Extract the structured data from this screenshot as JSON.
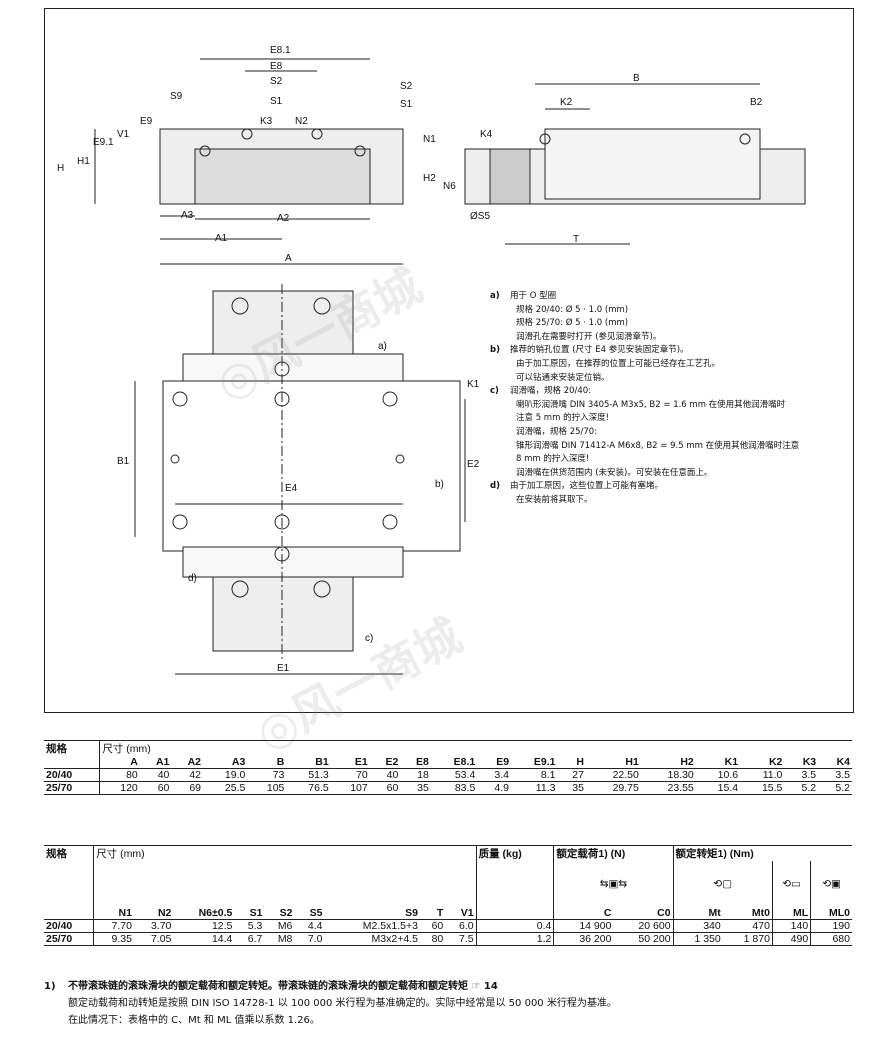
{
  "notes": {
    "a_key": "a)",
    "a_l1": "用于 O 型圈",
    "a_l2": "规格 20/40:  Ø 5 · 1.0 (mm)",
    "a_l3": "规格 25/70:  Ø 5 · 1.0 (mm)",
    "a_l4": "润滑孔在需要时打开 (参见润滑章节)。",
    "b_key": "b)",
    "b_l1": "推荐的销孔位置 (尺寸 E4 参见安装固定章节)。",
    "b_l2": "由于加工原因，在推荐的位置上可能已经存在工艺孔。",
    "b_l3": "可以钻通来安装定位销。",
    "c_key": "c)",
    "c_l1": "润滑嘴，规格 20/40:",
    "c_l2": "喇叭形润滑嘴 DIN 3405-A M3x5,  B2 = 1.6 mm 在使用其他润滑嘴时",
    "c_l3": "注意 5 mm 的拧入深度!",
    "c_l4": "润滑嘴，规格 25/70:",
    "c_l5": "锥形润滑嘴 DIN 71412-A M6x8,  B2 = 9.5 mm 在使用其他润滑嘴时注意",
    "c_l6": "8 mm 的拧入深度!",
    "c_l7": "润滑嘴在供货范围内 (未安装)。可安装在任意面上。",
    "d_key": "d)",
    "d_l1": "由于加工原因，这些位置上可能有塞堵。",
    "d_l2": "在安装前将其取下。"
  },
  "drawing_labels": {
    "E81": "E8.1",
    "E8": "E8",
    "S2": "S2",
    "S1": "S1",
    "S9": "S9",
    "K3": "K3",
    "N2": "N2",
    "E9": "E9",
    "E91": "E9.1",
    "V1": "V1",
    "N1": "N1",
    "H": "H",
    "H1": "H1",
    "A3": "A3",
    "A2": "A2",
    "A1": "A1",
    "A": "A",
    "B": "B",
    "K2": "K2",
    "B2": "B2",
    "K4": "K4",
    "H2": "H2",
    "N6": "N6",
    "S5": "ØS5",
    "T": "T",
    "K1": "K1",
    "B1": "B1",
    "E2": "E2",
    "E4": "E4",
    "E1": "E1",
    "la": "a)",
    "lb": "b)",
    "lc": "c)",
    "ld": "d)"
  },
  "table1": {
    "h_size": "规格",
    "h_dim": "尺寸 (mm)",
    "cols": [
      "A",
      "A1",
      "A2",
      "A3",
      "B",
      "B1",
      "E1",
      "E2",
      "E8",
      "E8.1",
      "E9",
      "E9.1",
      "H",
      "H1",
      "H2",
      "K1",
      "K2",
      "K3",
      "K4"
    ],
    "rows": [
      {
        "size": "20/40",
        "vals": [
          "80",
          "40",
          "42",
          "19.0",
          "73",
          "51.3",
          "70",
          "40",
          "18",
          "53.4",
          "3.4",
          "8.1",
          "27",
          "22.50",
          "18.30",
          "10.6",
          "11.0",
          "3.5",
          "3.5"
        ]
      },
      {
        "size": "25/70",
        "vals": [
          "120",
          "60",
          "69",
          "25.5",
          "105",
          "76.5",
          "107",
          "60",
          "35",
          "83.5",
          "4.9",
          "11.3",
          "35",
          "29.75",
          "23.55",
          "15.4",
          "15.5",
          "5.2",
          "5.2"
        ]
      }
    ]
  },
  "table2": {
    "h_size": "规格",
    "h_dim": "尺寸 (mm)",
    "h_mass": "质量 (kg)",
    "h_load": "额定载荷1) (N)",
    "h_torque": "额定转矩1) (Nm)",
    "cols": [
      "N1",
      "N2",
      "N6±0.5",
      "S1",
      "S2",
      "S5",
      "S9",
      "T",
      "V1",
      "",
      "C",
      "C0",
      "Mt",
      "Mt0",
      "ML",
      "ML0"
    ],
    "rows": [
      {
        "size": "20/40",
        "vals": [
          "7.70",
          "3.70",
          "12.5",
          "5.3",
          "M6",
          "4.4",
          "M2.5x1.5+3",
          "60",
          "6.0",
          "0.4",
          "14 900",
          "20 600",
          "340",
          "470",
          "140",
          "190"
        ]
      },
      {
        "size": "25/70",
        "vals": [
          "9.35",
          "7.05",
          "14.4",
          "6.7",
          "M8",
          "7.0",
          "M3x2+4.5",
          "80",
          "7.5",
          "1.2",
          "36 200",
          "50 200",
          "1 350",
          "1 870",
          "490",
          "680"
        ]
      }
    ]
  },
  "footnote": {
    "key": "1)",
    "l1": "不带滚珠链的滚珠滑块的额定载荷和额定转矩。带滚珠链的滚珠滑块的额定载荷和额定转矩 ☞ 14",
    "l2": "额定动载荷和动转矩是按照 DIN ISO 14728-1 以 100 000 米行程为基准确定的。实际中经常是以 50 000 米行程为基准。",
    "l3": "在此情况下：表格中的 C、Mt 和 ML 值乘以系数 1.26。"
  }
}
